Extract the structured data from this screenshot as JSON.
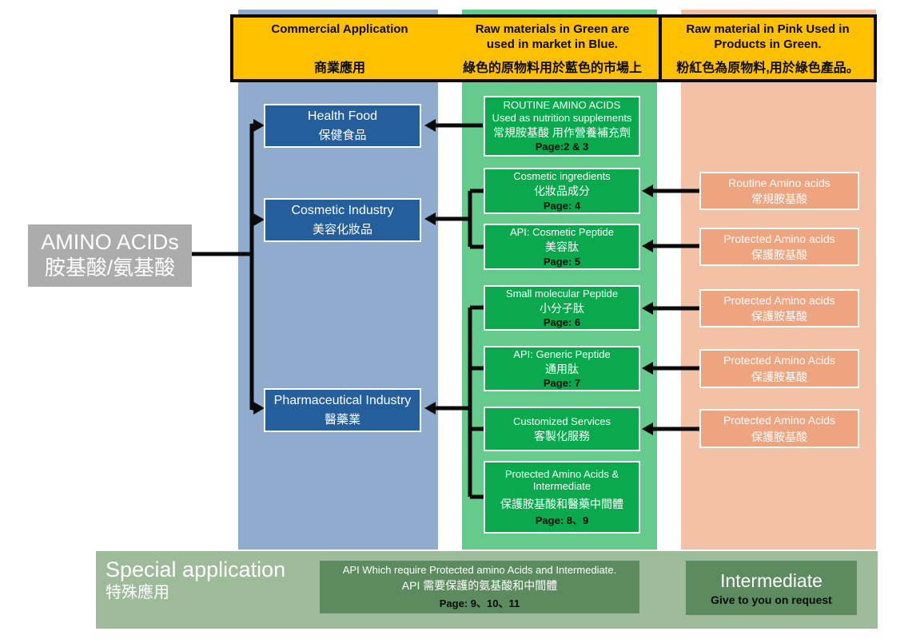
{
  "banner": {
    "items": [
      {
        "title": "Commercial Application",
        "subtitle": "商業應用"
      },
      {
        "title": "Raw materials in Green are used in market in Blue.",
        "subtitle": "綠色的原物料用於藍色的市場上"
      },
      {
        "title": "Raw material in Pink Used in Products in Green.",
        "subtitle": "粉紅色為原物料,用於綠色產品。"
      }
    ]
  },
  "root_node": {
    "title": "AMINO ACIDs",
    "subtitle": "胺基酸/氨基酸"
  },
  "blue": {
    "boxes": [
      {
        "title": "Health Food",
        "subtitle": "保健食品"
      },
      {
        "title": "Cosmetic Industry",
        "subtitle": "美容化妝品"
      },
      {
        "title": "Pharmaceutical Industry",
        "subtitle": "醫藥業"
      }
    ]
  },
  "green": {
    "boxes": [
      {
        "title": "ROUTINE AMINO ACIDS Used as nutrition supplements",
        "subtitle": "常規胺基酸 用作營養補充劑",
        "page": "Page:2 & 3"
      },
      {
        "title": "Cosmetic ingredients",
        "subtitle": "化妝品成分",
        "page": "Page: 4"
      },
      {
        "title": "API: Cosmetic Peptide",
        "subtitle": "美容肽",
        "page": "Page: 5"
      },
      {
        "title": "Small molecular Peptide",
        "subtitle": "小分子肽",
        "page": "Page: 6"
      },
      {
        "title": "API: Generic Peptide",
        "subtitle": "通用肽",
        "page": "Page: 7"
      },
      {
        "title": "Customized Services",
        "subtitle": "客製化服務"
      },
      {
        "title": "Protected Amino Acids & Intermediate",
        "subtitle": "保護胺基酸和醫藥中間體",
        "page": "Page: 8、9"
      }
    ]
  },
  "pink": {
    "boxes": [
      {
        "title": "Routine Amino acids",
        "subtitle": "常規胺基酸"
      },
      {
        "title": "Protected Amino acids",
        "subtitle": "保護胺基酸"
      },
      {
        "title": "Protected Amino acids",
        "subtitle": "保護胺基酸"
      },
      {
        "title": "Protected Amino Acids",
        "subtitle": "保護胺基酸"
      },
      {
        "title": "Protected Amino Acids",
        "subtitle": "保護胺基酸"
      }
    ]
  },
  "footer": {
    "title": "Special application",
    "subtitle": "特殊應用",
    "api_box": {
      "line1": "API Which require Protected amino Acids and Intermediate.",
      "line2": "API 需要保護的氨基酸和中間體",
      "page": "Page: 9、10、11"
    },
    "intermediate_box": {
      "title": "Intermediate",
      "subtitle": "Give to you on request"
    }
  },
  "colors": {
    "banner_bg": "#FFC000",
    "blue_column": "#8FACCE",
    "blue_box": "#245E9B",
    "green_column": "#65CB8D",
    "green_box": "#0BA94E",
    "pink_column": "#F3C2A6",
    "pink_box": "#EFA480",
    "gray_box": "#ACACAC",
    "footer_bar": "#9DBB99",
    "footer_box": "#5D8B60",
    "connector": "#0a0a0a"
  }
}
